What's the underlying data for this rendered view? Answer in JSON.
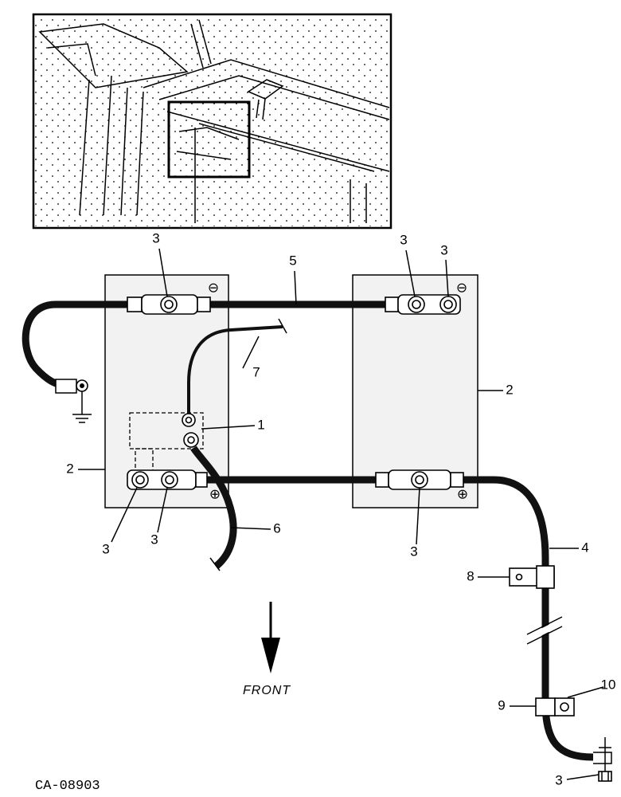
{
  "callouts": {
    "c1": "1",
    "c2": "2",
    "c3": "3",
    "c4": "4",
    "c5": "5",
    "c6": "6",
    "c7": "7",
    "c8": "8",
    "c9": "9",
    "c10": "10"
  },
  "front_label": "FRONT",
  "drawing_code": "CA-08903",
  "polarity": {
    "negative": "⊖",
    "positive": "⊕"
  },
  "icons": [
    "ground-symbol-icon",
    "front-arrow-icon"
  ]
}
